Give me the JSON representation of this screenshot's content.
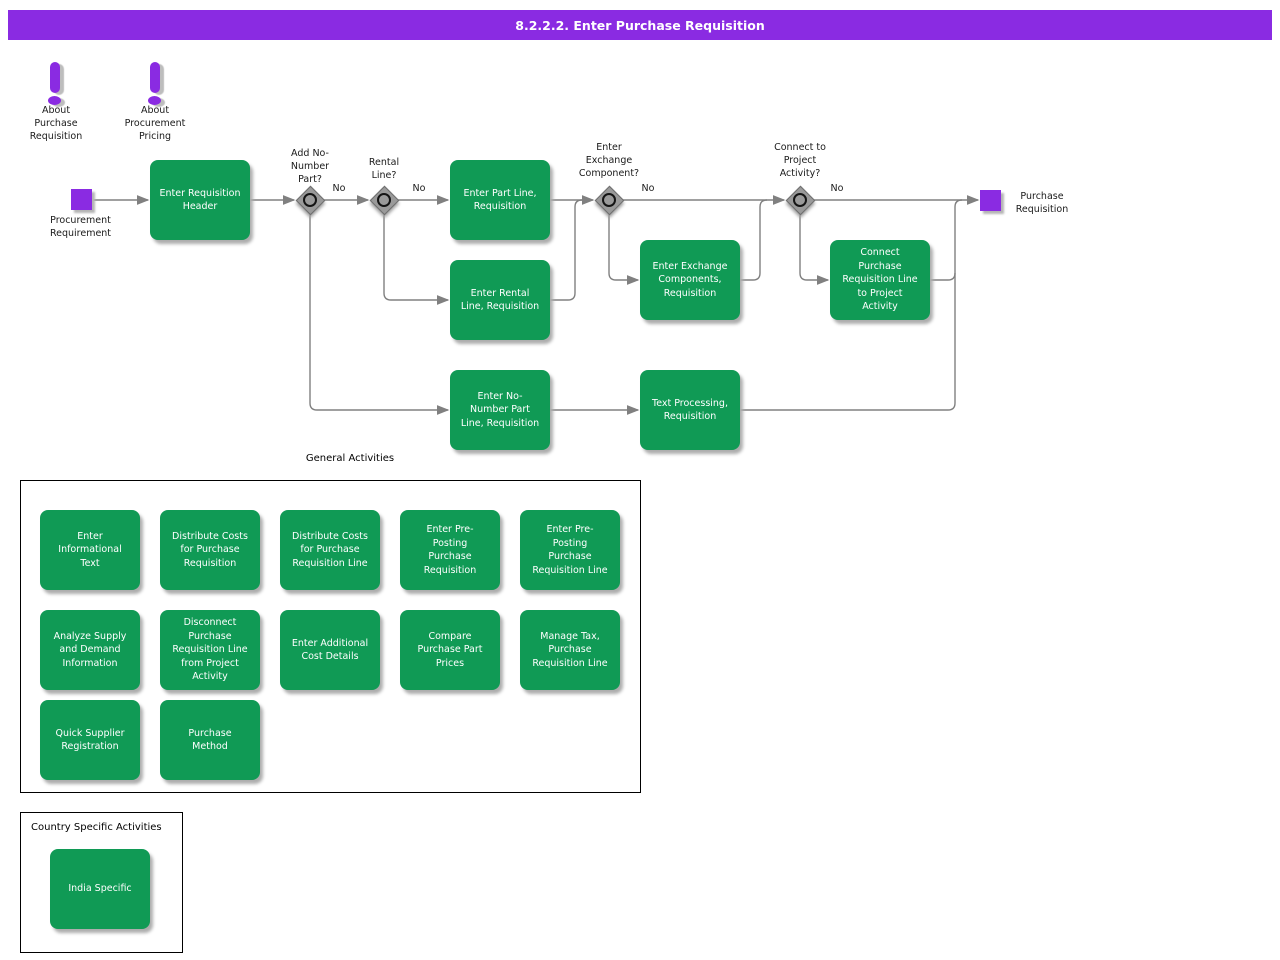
{
  "title": "8.2.2.2. Enter Purchase Requisition",
  "colors": {
    "accent_purple": "#8A2BE2",
    "activity_green": "#109A55",
    "connector_gray": "#808080",
    "gateway_gray": "#9A9A9A"
  },
  "icons": {
    "exclamation_icon": "!",
    "diamond_gateway_icon": "diamond-with-circle"
  },
  "info_notes": [
    {
      "label": "About\nPurchase\nRequisition"
    },
    {
      "label": "About\nProcurement\nPricing"
    }
  ],
  "flow": {
    "start_label": "Procurement\nRequirement",
    "end_label": "Purchase\nRequisition",
    "gateways": [
      {
        "question": "Add No-\nNumber\nPart?",
        "no_label": "No"
      },
      {
        "question": "Rental\nLine?",
        "no_label": "No"
      },
      {
        "question": "Enter\nExchange\nComponent?",
        "no_label": "No"
      },
      {
        "question": "Connect to\nProject\nActivity?",
        "no_label": "No"
      }
    ],
    "activities": [
      {
        "label": "Enter Requisition\nHeader"
      },
      {
        "label": "Enter Part Line,\nRequisition"
      },
      {
        "label": "Enter Rental\nLine, Requisition"
      },
      {
        "label": "Enter Exchange\nComponents,\nRequisition"
      },
      {
        "label": "Connect\nPurchase\nRequisition Line\nto Project\nActivity"
      },
      {
        "label": "Enter No-\nNumber Part\nLine, Requisition"
      },
      {
        "label": "Text Processing,\nRequisition"
      }
    ]
  },
  "general_activities": {
    "title": "General Activities",
    "items": [
      {
        "label": "Enter\nInformational\nText"
      },
      {
        "label": "Distribute Costs\nfor Purchase\nRequisition"
      },
      {
        "label": "Distribute Costs\nfor Purchase\nRequisition Line"
      },
      {
        "label": "Enter Pre-\nPosting\nPurchase\nRequisition"
      },
      {
        "label": "Enter Pre-\nPosting\nPurchase\nRequisition Line"
      },
      {
        "label": "Analyze Supply\nand Demand\nInformation"
      },
      {
        "label": "Disconnect\nPurchase\nRequisition Line\nfrom Project\nActivity"
      },
      {
        "label": "Enter Additional\nCost Details"
      },
      {
        "label": "Compare\nPurchase Part\nPrices"
      },
      {
        "label": "Manage Tax,\nPurchase\nRequisition Line"
      },
      {
        "label": "Quick Supplier\nRegistration"
      },
      {
        "label": "Purchase\nMethod"
      }
    ]
  },
  "country_specific": {
    "title": "Country Specific Activities",
    "items": [
      {
        "label": "India Specific"
      }
    ]
  }
}
